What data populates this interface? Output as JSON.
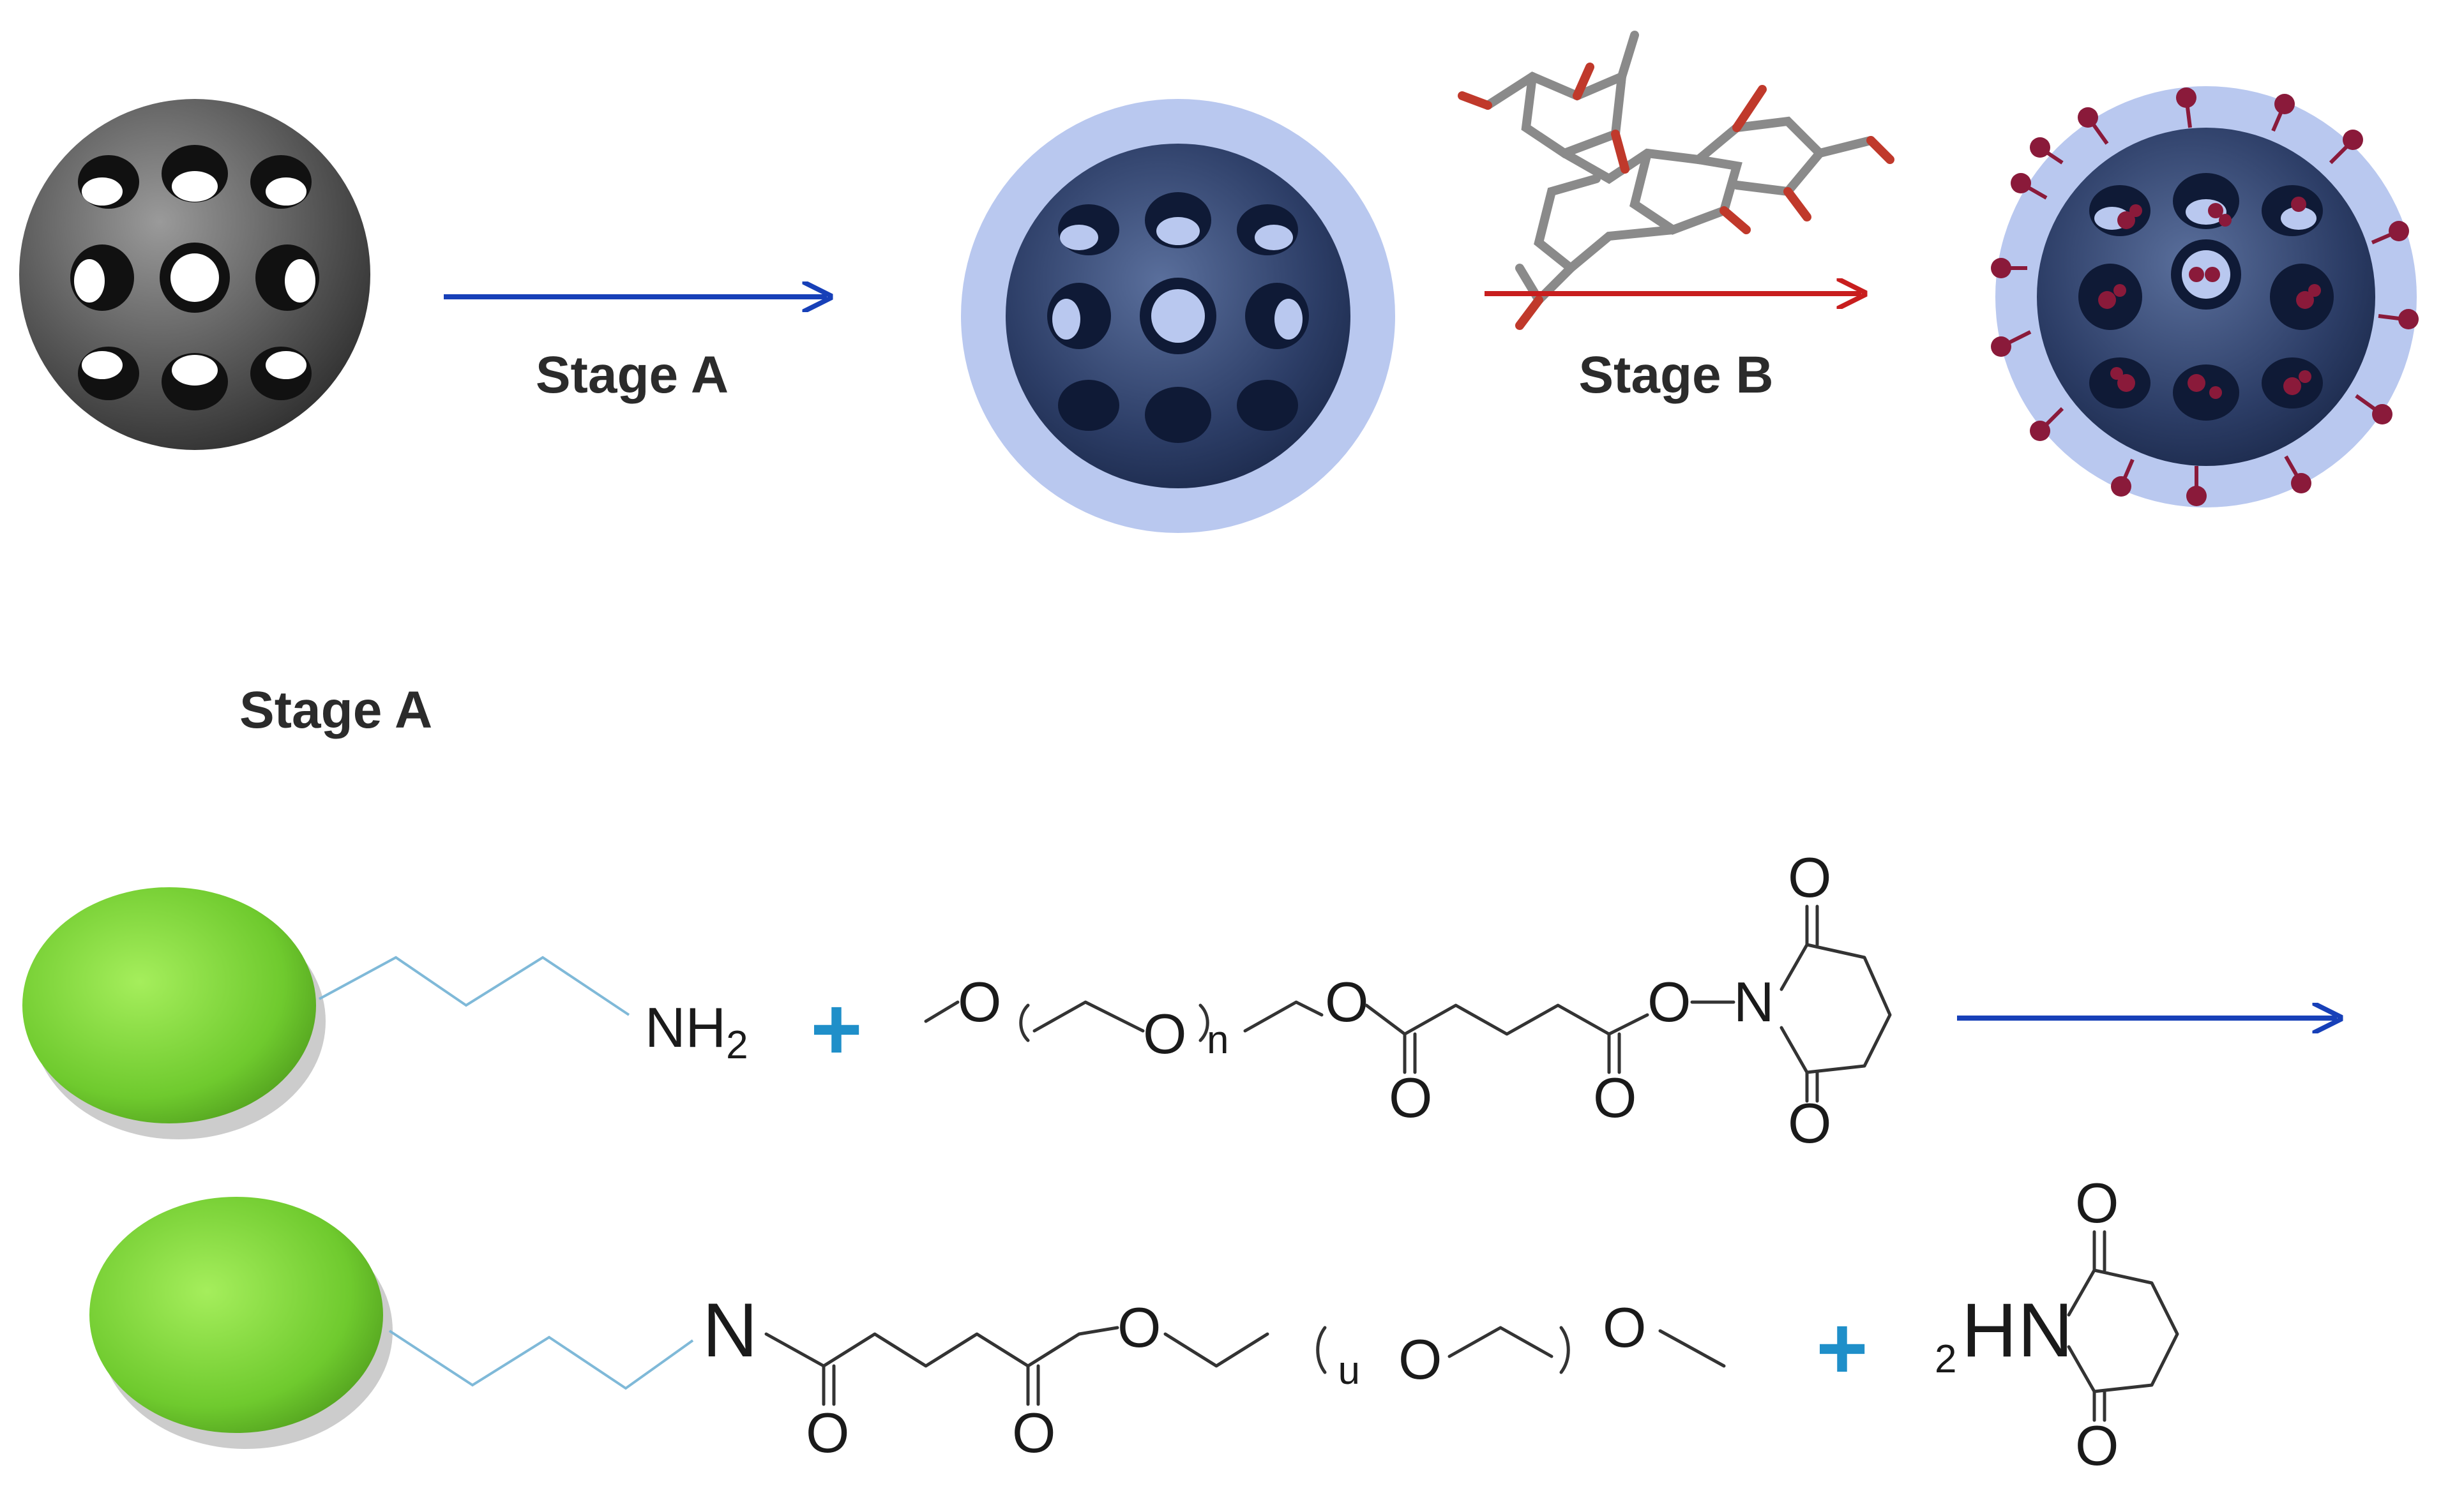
{
  "labels": {
    "stage_a_arrow": "Stage A",
    "stage_b_arrow": "Stage B",
    "stage_a_heading": "Stage A"
  },
  "reaction_1": {
    "amine": "NH",
    "amine_sub": "2",
    "plus": "+",
    "atoms": {
      "o1": "O",
      "o2": "O",
      "n_repeat": "n",
      "o3": "O",
      "o_carbonyl_1": "O",
      "o_carbonyl_2": "O",
      "o4": "O",
      "n_imide": "N",
      "o_imide_top": "O",
      "o_imide_bottom": "O"
    }
  },
  "reaction_2": {
    "n_amide": "N",
    "plus": "+",
    "nhs_prefix": "2",
    "nhs_h": "H",
    "nhs_n": "N",
    "atoms": {
      "o_amide": "O",
      "o_ester": "O",
      "o_carbonyl": "O",
      "n_repeat": "n",
      "o_peg": "O",
      "o_end": "O",
      "o_imide_top": "O",
      "o_imide_bottom": "O"
    }
  },
  "colors": {
    "arrow_blue": "#1740b8",
    "arrow_red": "#c81e1e",
    "shell_light_blue": "#b9c8ef",
    "core_navy": "#2c3d66",
    "particle_gray": "#5a5a5a",
    "drug_crimson": "#8a1a3a",
    "bead_green": "#7ed43a",
    "plus_cyan": "#1f8fc9"
  }
}
